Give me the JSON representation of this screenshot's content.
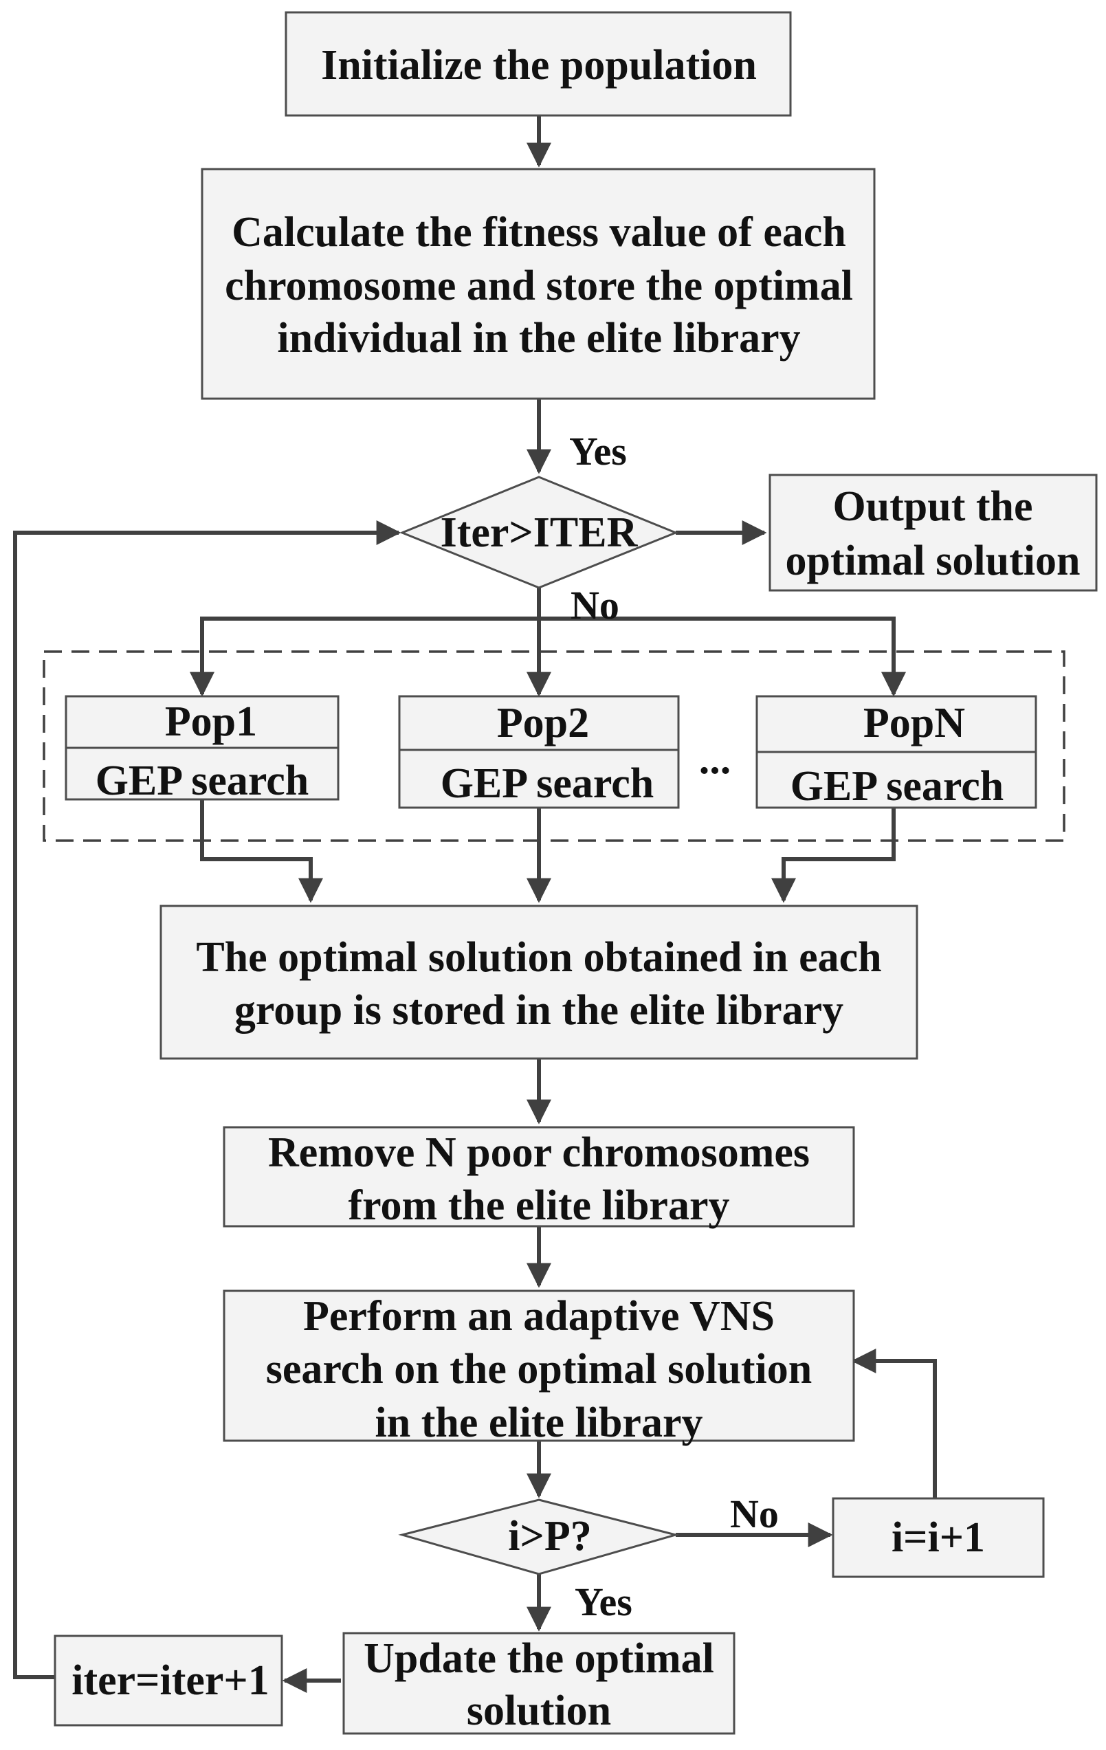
{
  "nodes": {
    "init": {
      "lines": [
        "Initialize the population"
      ]
    },
    "fitness": {
      "lines": [
        "Calculate the fitness value of each",
        "chromosome and store the optimal",
        "individual in the elite library"
      ]
    },
    "decision_iter": {
      "lines": [
        "Iter>ITER"
      ]
    },
    "output": {
      "lines": [
        "Output the",
        "optimal solution"
      ]
    },
    "pop1": {
      "title": "Pop1",
      "sub": "GEP search"
    },
    "pop2": {
      "title": "Pop2",
      "sub": "GEP search"
    },
    "popn": {
      "title": "PopN",
      "sub": "GEP search"
    },
    "ellipsis": "...",
    "store": {
      "lines": [
        "The optimal solution obtained in each",
        "group is stored in the elite library"
      ]
    },
    "remove": {
      "lines": [
        "Remove N poor chromosomes",
        "from the elite library"
      ]
    },
    "vns": {
      "lines": [
        "Perform an adaptive VNS",
        "search on the optimal solution",
        "in the elite library"
      ]
    },
    "decision_i": {
      "lines": [
        "i>P?"
      ]
    },
    "increment_i": {
      "lines": [
        "i=i+1"
      ]
    },
    "update": {
      "lines": [
        "Update the optimal",
        "solution"
      ]
    },
    "increment_iter": {
      "lines": [
        "iter=iter+1"
      ]
    }
  },
  "edge_labels": {
    "yes_top": "Yes",
    "no_top": "No",
    "no_bottom": "No",
    "yes_bottom": "Yes"
  }
}
